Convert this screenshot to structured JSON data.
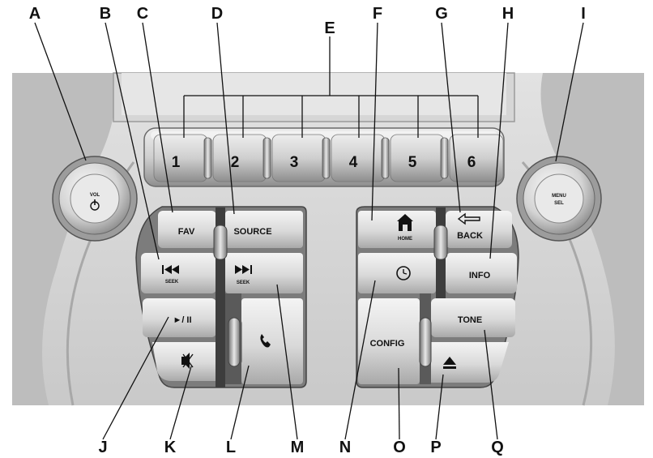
{
  "callouts": {
    "a": "A",
    "b": "B",
    "c": "C",
    "d": "D",
    "e": "E",
    "f": "F",
    "g": "G",
    "h": "H",
    "i": "I",
    "j": "J",
    "k": "K",
    "l": "L",
    "m": "M",
    "n": "N",
    "o": "O",
    "p": "P",
    "q": "Q"
  },
  "presets": [
    "1",
    "2",
    "3",
    "4",
    "5",
    "6"
  ],
  "left_knob": {
    "line1": "VOL",
    "icon": "power-icon"
  },
  "right_knob": {
    "line1": "MENU",
    "line2": "SEL"
  },
  "buttons": {
    "fav": "FAV",
    "source": "SOURCE",
    "seek_back_sub": "SEEK",
    "seek_fwd_sub": "SEEK",
    "play_pause": "►/ II",
    "home_sub": "HOME",
    "back": "BACK",
    "info": "INFO",
    "config": "CONFIG",
    "tone": "TONE"
  },
  "icons": {
    "seek_back": "seek-back-icon",
    "seek_fwd": "seek-forward-icon",
    "mute": "mute-icon",
    "phone": "phone-icon",
    "home": "home-icon",
    "back": "back-arrow-icon",
    "clock": "clock-icon",
    "eject": "eject-icon"
  }
}
